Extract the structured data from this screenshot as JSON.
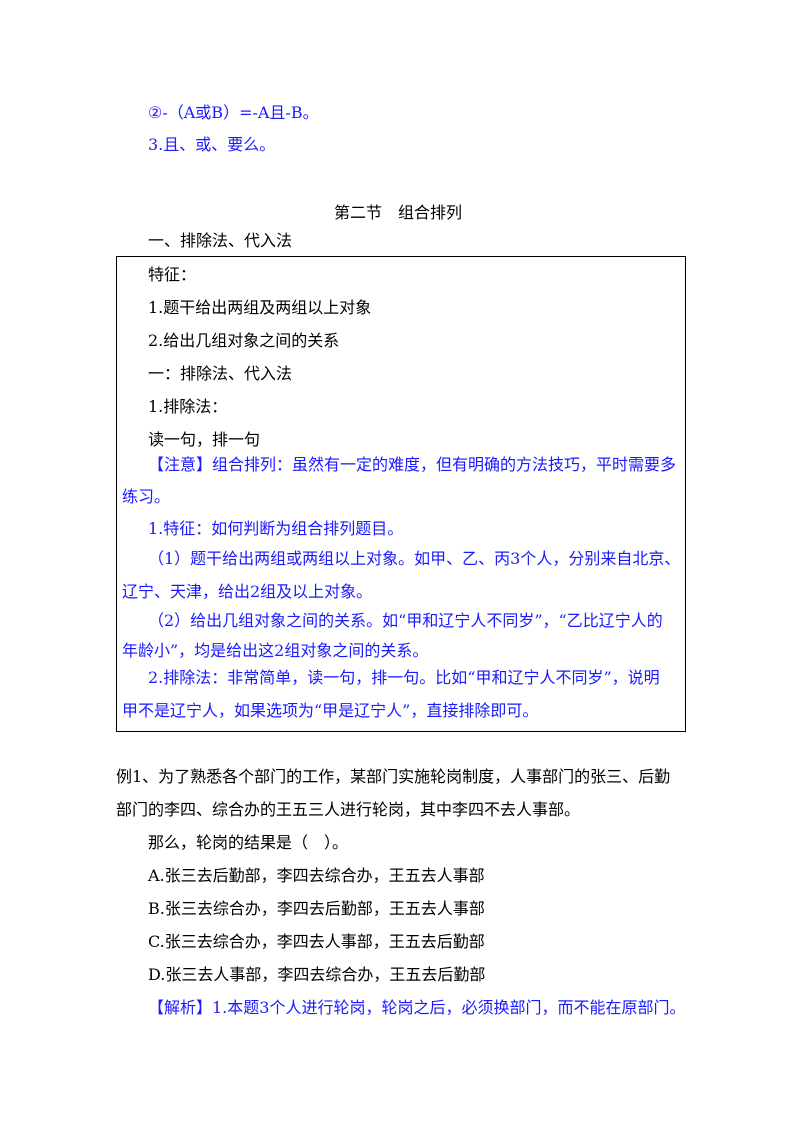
{
  "top": {
    "line1": "②-（A或B）=-A且-B。",
    "line2": "3.且、或、要么。"
  },
  "section": {
    "title": "第二节　组合排列",
    "subtitle": "一、排除法、代入法"
  },
  "box": {
    "lines_black": [
      "特征：",
      "1.题干给出两组及两组以上对象",
      "2.给出几组对象之间的关系",
      "一：排除法、代入法",
      "1.排除法：",
      "读一句，排一句"
    ],
    "note_line1": "【注意】组合排列：虽然有一定的难度，但有明确的方法技巧，平时需要多",
    "note_line2": "练习。",
    "feature_title": "1.特征：如何判断为组合排列题目。",
    "f1_line1": "（1）题干给出两组或两组以上对象。如甲、乙、丙3个人，分别来自北京、",
    "f1_line2": "辽宁、天津，给出2组及以上对象。",
    "f2_line1": "（2）给出几组对象之间的关系。如“甲和辽宁人不同岁”，“乙比辽宁人的",
    "f2_line2": "年龄小”，均是给出这2组对象之间的关系。",
    "ex_line1": "2.排除法：非常简单，读一句，排一句。比如“甲和辽宁人不同岁”，说明",
    "ex_line2": "甲不是辽宁人，如果选项为“甲是辽宁人”，直接排除即可。"
  },
  "example": {
    "q_line1": "例1、为了熟悉各个部门的工作，某部门实施轮岗制度，人事部门的张三、后勤",
    "q_line2": "部门的李四、综合办的王五三人进行轮岗，其中李四不去人事部。",
    "q_line3": "那么，轮岗的结果是（　）。",
    "options": [
      "A.张三去后勤部，李四去综合办，王五去人事部",
      "B.张三去综合办，李四去后勤部，王五去人事部",
      "C.张三去综合办，李四去人事部，王五去后勤部",
      "D.张三去人事部，李四去综合办，王五去后勤部"
    ],
    "analysis": "【解析】1.本题3个人进行轮岗，轮岗之后，必须换部门，而不能在原部门。"
  }
}
